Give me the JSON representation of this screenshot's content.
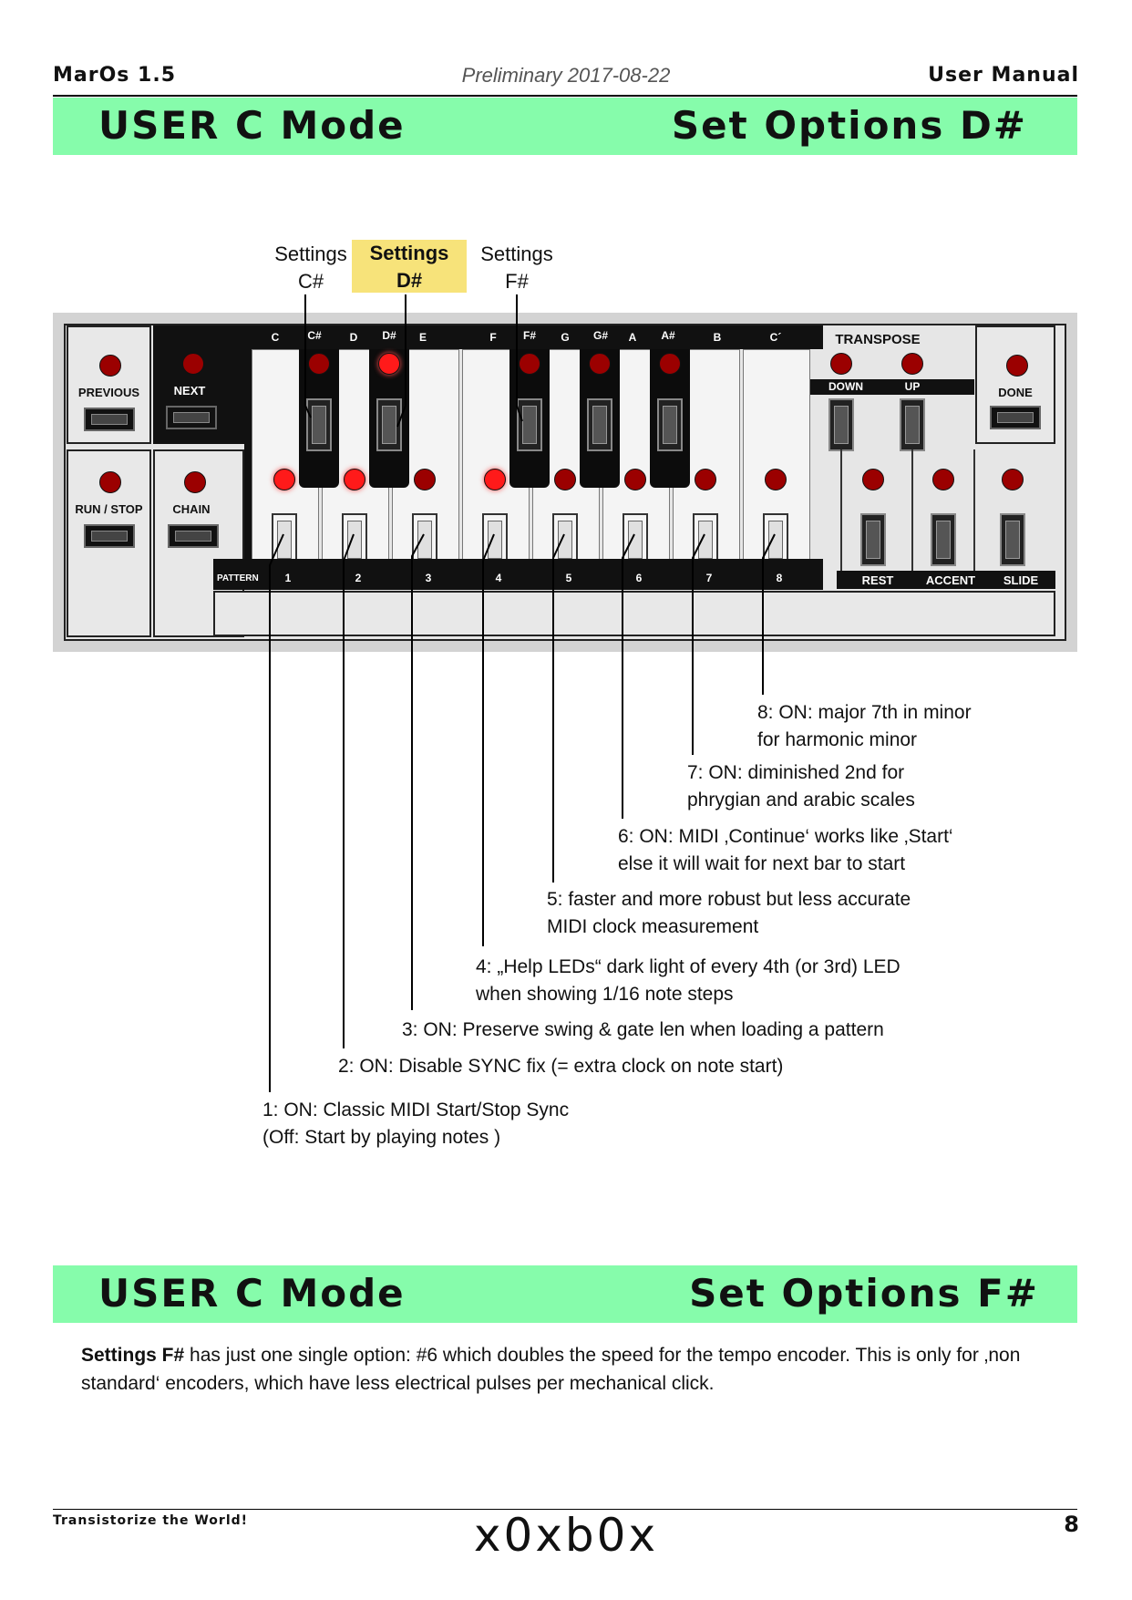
{
  "header": {
    "left": "MarOs 1.5",
    "center": "Preliminary 2017-08-22",
    "right": "User Manual"
  },
  "section1": {
    "left": "USER C Mode",
    "right": "Set Options D#"
  },
  "settings_labels": [
    {
      "line1": "Settings",
      "line2": "C#"
    },
    {
      "line1": "Settings",
      "line2": "D#"
    },
    {
      "line1": "Settings",
      "line2": "F#"
    }
  ],
  "panel": {
    "note_labels": [
      "C",
      "C#",
      "D",
      "D#",
      "E",
      "F",
      "F#",
      "G",
      "G#",
      "A",
      "A#",
      "B",
      "C´"
    ],
    "left_buttons": [
      "PREVIOUS",
      "NEXT",
      "RUN / STOP",
      "CHAIN"
    ],
    "transpose": "TRANSPOSE",
    "down": "DOWN",
    "up": "UP",
    "done": "DONE",
    "pattern": "PATTERN",
    "steps": [
      "1",
      "2",
      "3",
      "4",
      "5",
      "6",
      "7",
      "8"
    ],
    "bottom_right": [
      "REST",
      "ACCENT",
      "SLIDE"
    ]
  },
  "options": [
    {
      "line1": "8: ON: major 7th in minor",
      "line2": "for harmonic minor"
    },
    {
      "line1": "7: ON: diminished 2nd for",
      "line2": "phrygian and arabic scales"
    },
    {
      "line1": "6: ON: MIDI ‚Continue‘ works like ‚Start‘",
      "line2": "else it will wait for next bar to start"
    },
    {
      "line1": "5: faster and more robust but less accurate",
      "line2": "MIDI clock measurement"
    },
    {
      "line1": "4: „Help LEDs“ dark light of every 4th (or 3rd) LED",
      "line2": "when showing 1/16 note steps"
    },
    {
      "line1": "3: ON: Preserve swing & gate len when loading a pattern",
      "line2": ""
    },
    {
      "line1": "2: ON: Disable SYNC fix (= extra clock on note start)",
      "line2": ""
    },
    {
      "line1": "1: ON: Classic MIDI Start/Stop Sync",
      "line2": "(Off: Start by playing notes )"
    }
  ],
  "section2": {
    "left": "USER C Mode",
    "right": "Set Options F#"
  },
  "paragraph": {
    "bold": "Settings F#",
    "text": " has just one single option: #6 which doubles the speed for the tempo encoder. This is only for ‚non standard‘ encoders, which have less electrical pulses per mechanical click."
  },
  "footer": {
    "left": "Transistorize the World!",
    "center": "x0xb0x",
    "right": "8"
  },
  "colors": {
    "band": "#86fcab",
    "highlight": "#f7e37a",
    "led_on": "#ff1a1a",
    "led_off": "#9b0000"
  }
}
